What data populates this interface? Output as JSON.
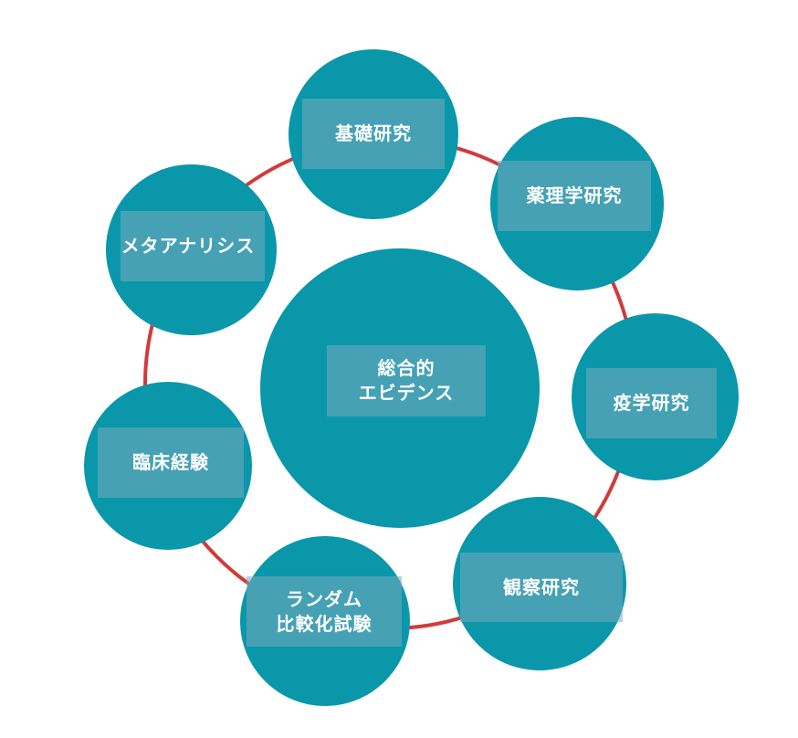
{
  "colors": {
    "node_fill": "#0a97aa",
    "label_box": "#78aabe",
    "ring_stroke": "#d23a3a",
    "text": "#ffffff"
  },
  "center": {
    "line1": "総合的",
    "line2": "エビデンス"
  },
  "nodes": {
    "basic_research": "基礎研究",
    "pharmacology": "薬理学研究",
    "epidemiology": "疫学研究",
    "observational": "観察研究",
    "rct_line1": "ランダム",
    "rct_line2": "比較化試験",
    "clinical_experience": "臨床経験",
    "meta_analysis": "メタアナリシス"
  }
}
